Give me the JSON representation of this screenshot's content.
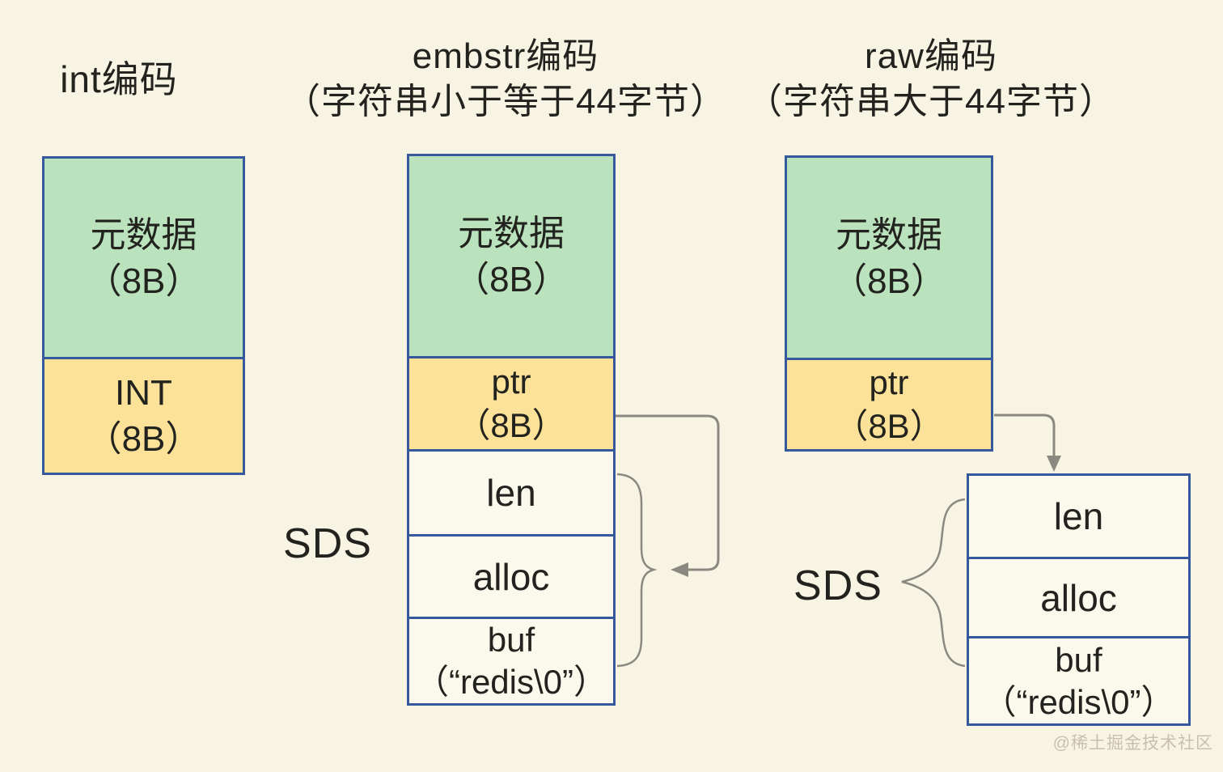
{
  "diagram_subject": "Redis string object encodings",
  "columns": [
    {
      "id": "int",
      "title_lines": [
        "int编码"
      ],
      "stack": [
        {
          "fill": "green",
          "lines": [
            "元数据",
            "（8B）"
          ]
        },
        {
          "fill": "yellow",
          "lines": [
            "INT",
            "（8B）"
          ]
        }
      ]
    },
    {
      "id": "embstr",
      "title_lines": [
        "embstr编码",
        "（字符串小于等于44字节）"
      ],
      "sds_label": "SDS",
      "stack": [
        {
          "fill": "green",
          "lines": [
            "元数据",
            "（8B）"
          ]
        },
        {
          "fill": "yellow",
          "lines": [
            "ptr",
            "（8B）"
          ]
        },
        {
          "fill": "white",
          "lines": [
            "len"
          ]
        },
        {
          "fill": "white",
          "lines": [
            "alloc"
          ]
        },
        {
          "fill": "white",
          "lines": [
            "buf",
            "（“redis\\0”）"
          ]
        }
      ]
    },
    {
      "id": "raw",
      "title_lines": [
        "raw编码",
        "（字符串大于44字节）"
      ],
      "sds_label": "SDS",
      "stack": [
        {
          "fill": "green",
          "lines": [
            "元数据",
            "（8B）"
          ]
        },
        {
          "fill": "yellow",
          "lines": [
            "ptr",
            "（8B）"
          ]
        }
      ],
      "sds_stack": [
        {
          "fill": "white",
          "lines": [
            "len"
          ]
        },
        {
          "fill": "white",
          "lines": [
            "alloc"
          ]
        },
        {
          "fill": "white",
          "lines": [
            "buf",
            "（“redis\\0”）"
          ]
        }
      ]
    }
  ],
  "watermark": "@稀土掘金技术社区",
  "colors": {
    "background": "#f8f4e3",
    "box_green": "#b9e2bd",
    "box_yellow": "#fbe298",
    "box_white": "#fbf8ec",
    "border_blue": "#35599c",
    "line_gray": "#8b897f",
    "text": "#22221e",
    "watermark": "#c9bfae"
  }
}
